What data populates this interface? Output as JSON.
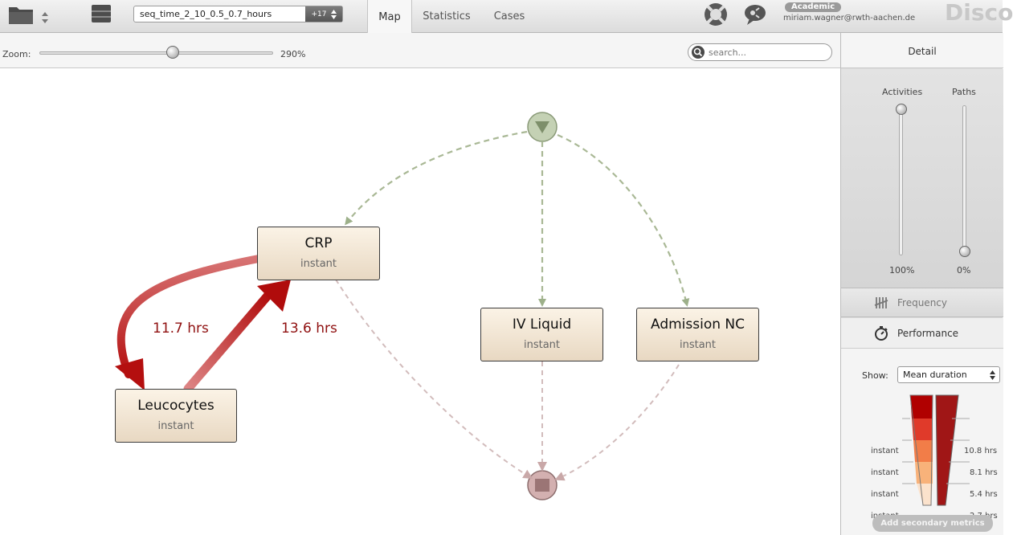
{
  "toolbar": {
    "dataset_name": "seq_time_2_10_0.5_0.7_hours",
    "dataset_count": "+17",
    "tabs": [
      {
        "label": "Map",
        "active": true
      },
      {
        "label": "Statistics",
        "active": false
      },
      {
        "label": "Cases",
        "active": false
      }
    ],
    "account_badge": "Academic",
    "user_email": "miriam.wagner@rwth-aachen.de",
    "brand": "Disco"
  },
  "zoom": {
    "label": "Zoom:",
    "value": "290%",
    "level": 0.57
  },
  "search": {
    "placeholder": "search..."
  },
  "panel": {
    "header": "Detail",
    "activities": {
      "label": "Activities",
      "value": "100%",
      "level": 1.0
    },
    "paths": {
      "label": "Paths",
      "value": "0%",
      "level": 0.0
    },
    "modes": [
      {
        "label": "Frequency",
        "icon": "tally-icon",
        "active": false
      },
      {
        "label": "Performance",
        "icon": "stopwatch-icon",
        "active": true
      }
    ],
    "show_label": "Show:",
    "show_value": "Mean duration",
    "legend_left": [
      "instant",
      "instant",
      "instant",
      "instant"
    ],
    "legend_right": [
      "10.8 hrs",
      "8.1 hrs",
      "5.4 hrs",
      "2.7 hrs"
    ],
    "add_metrics": "Add secondary metrics",
    "colors": {
      "heat_scale": [
        "#b00000",
        "#e03a2a",
        "#f27d48",
        "#f8b27a",
        "#fbe2cc"
      ]
    }
  },
  "map": {
    "nodes": [
      {
        "id": "crp",
        "title": "CRP",
        "sub": "instant"
      },
      {
        "id": "leucocytes",
        "title": "Leucocytes",
        "sub": "instant"
      },
      {
        "id": "iv_liquid",
        "title": "IV Liquid",
        "sub": "instant"
      },
      {
        "id": "admission_nc",
        "title": "Admission NC",
        "sub": "instant"
      }
    ],
    "edges": [
      {
        "from": "CRP",
        "to": "Leucocytes",
        "label": "11.7 hrs"
      },
      {
        "from": "Leucocytes",
        "to": "CRP",
        "label": "13.6 hrs"
      }
    ],
    "colors": {
      "edge_strong": "#b30d0d",
      "node_fill": "#f0e3d0",
      "start": "#b8c7a6",
      "end": "#c9a3a3"
    }
  }
}
